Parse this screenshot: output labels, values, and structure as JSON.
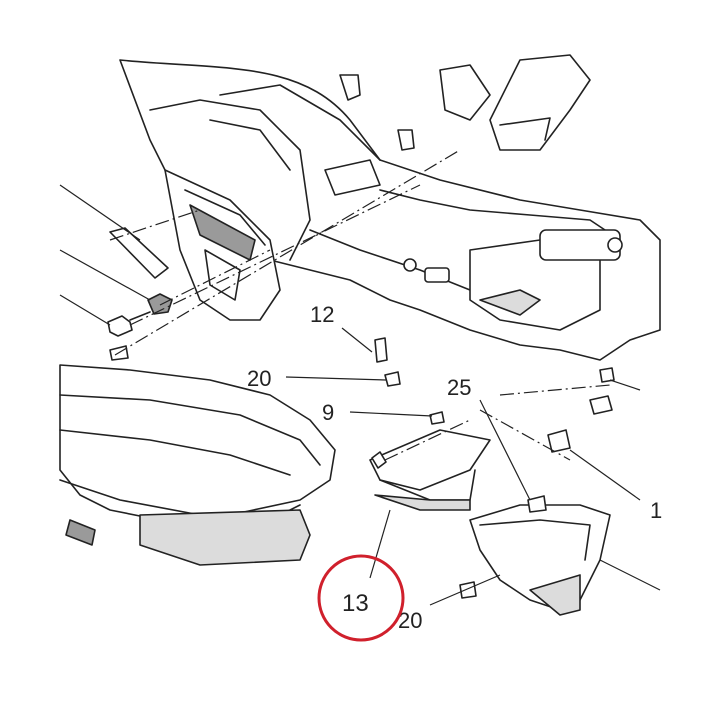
{
  "diagram": {
    "callouts": [
      {
        "id": "label-12",
        "text": "12"
      },
      {
        "id": "label-20-top",
        "text": "20"
      },
      {
        "id": "label-9",
        "text": "9"
      },
      {
        "id": "label-25",
        "text": "25"
      },
      {
        "id": "label-1",
        "text": "1"
      },
      {
        "id": "label-13",
        "text": "13"
      },
      {
        "id": "label-20-bottom",
        "text": "20"
      }
    ],
    "highlight": {
      "part": "13",
      "color": "#d0202c"
    },
    "colors": {
      "line": "#222222",
      "fill": "#ffffff",
      "shade": "#dcdcdc",
      "dark": "#9a9a9a"
    }
  }
}
